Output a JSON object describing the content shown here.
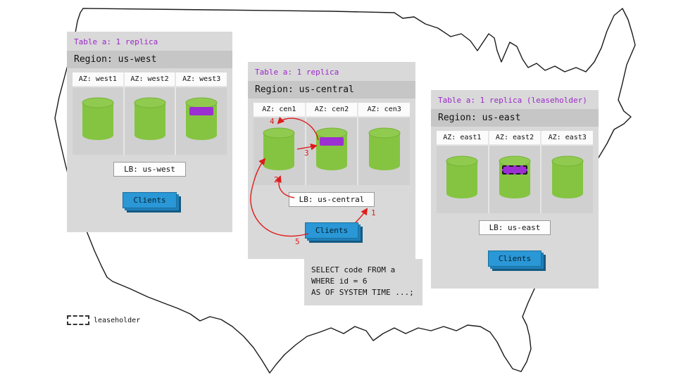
{
  "diagram": {
    "legend": {
      "label": "leaseholder"
    },
    "sql": {
      "line1": "SELECT code FROM a",
      "line2": "WHERE id = 6",
      "line3": "AS OF SYSTEM TIME ...;"
    },
    "flow": {
      "step1": "1",
      "step2": "2",
      "step3": "3",
      "step4": "4",
      "step5": "5"
    },
    "regions": {
      "west": {
        "table_label": "Table a: 1 replica",
        "region_label": "Region: us-west",
        "az1": "AZ: west1",
        "az2": "AZ: west2",
        "az3": "AZ: west3",
        "lb_label": "LB: us-west",
        "clients_label": "Clients"
      },
      "central": {
        "table_label": "Table a: 1 replica",
        "region_label": "Region: us-central",
        "az1": "AZ: cen1",
        "az2": "AZ: cen2",
        "az3": "AZ: cen3",
        "lb_label": "LB: us-central",
        "clients_label": "Clients"
      },
      "east": {
        "table_label": "Table a: 1 replica (leaseholder)",
        "region_label": "Region: us-east",
        "az1": "AZ: east1",
        "az2": "AZ: east2",
        "az3": "AZ: east3",
        "lb_label": "LB: us-east",
        "clients_label": "Clients"
      }
    },
    "colors": {
      "replica_green": "#85c441",
      "replica_band_purple": "#9b2fd1",
      "clients_blue": "#2a97d6",
      "arrow_red": "#e01b1b",
      "table_label_purple": "#9c27c9"
    }
  }
}
